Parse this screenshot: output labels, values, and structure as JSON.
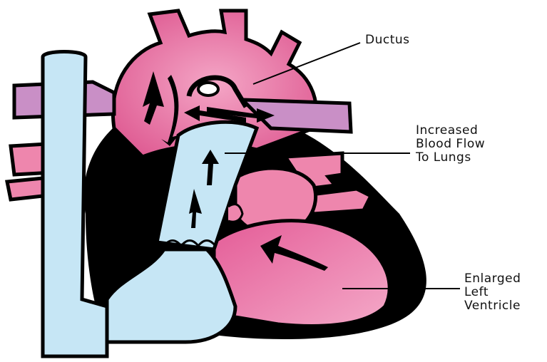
{
  "labels": {
    "ductus": "Ductus",
    "lung_flow": [
      "Increased",
      "Blood Flow",
      "To Lungs"
    ],
    "left_ventricle": [
      "Enlarged",
      "Left",
      "Ventricle"
    ]
  },
  "colors": {
    "outline": "#000000",
    "oxygenated": "#ee86ad",
    "oxygenated_dark": "#d8558a",
    "deoxygenated": "#c6e6f5",
    "vessel_purple": "#c98fc6",
    "background": "#ffffff"
  }
}
